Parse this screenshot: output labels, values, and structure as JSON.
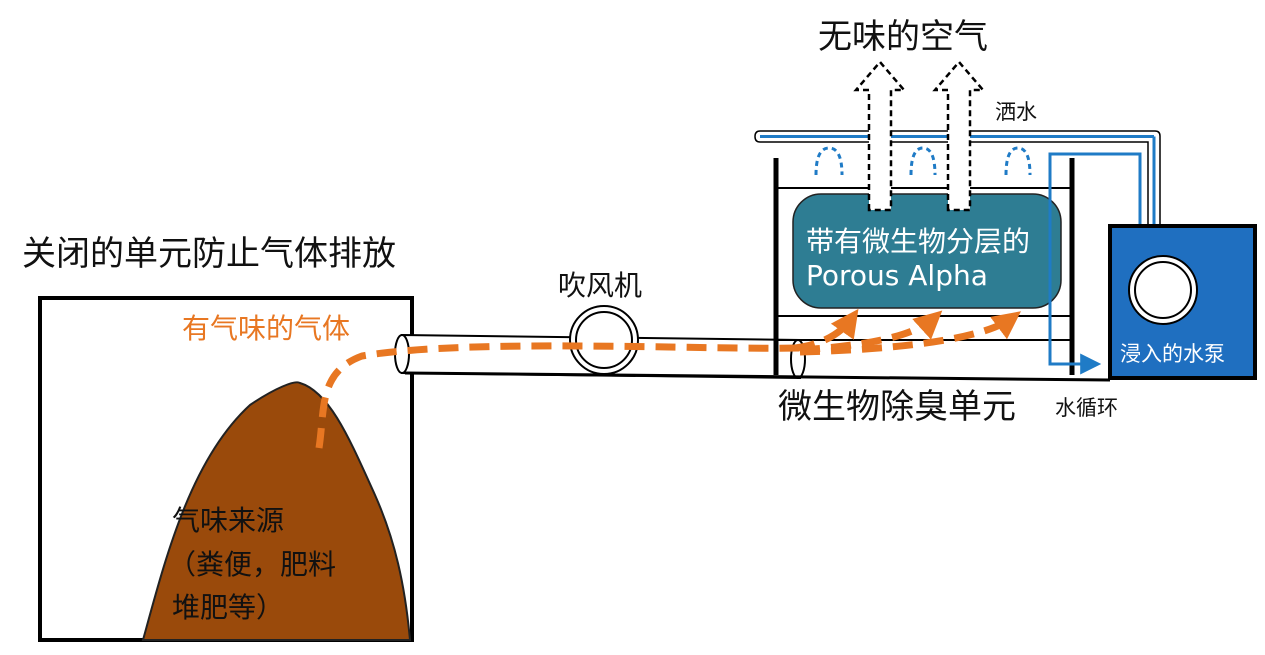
{
  "labels": {
    "enclosed_unit": "关闭的单元防止气体排放",
    "odorous_gas": "有气味的气体",
    "odor_source_line1": "气味来源",
    "odor_source_line2": "（粪便，肥料",
    "odor_source_line3": "堆肥等）",
    "blower": "吹风机",
    "odorless_air": "无味的空气",
    "sprinkler": "洒水",
    "media_line1": "带有微生物分层的",
    "media_line2": "Porous Alpha",
    "pump": "浸入的水泵",
    "deodorization_unit": "微生物除臭单元",
    "water_circulation": "水循环"
  },
  "colors": {
    "odor_flow": "#E87722",
    "manure": "#9A4A0B",
    "media_fill": "#2E7D93",
    "pump_tank": "#1F6FC0",
    "water_line": "#1F7BC6",
    "outline": "#000000"
  }
}
